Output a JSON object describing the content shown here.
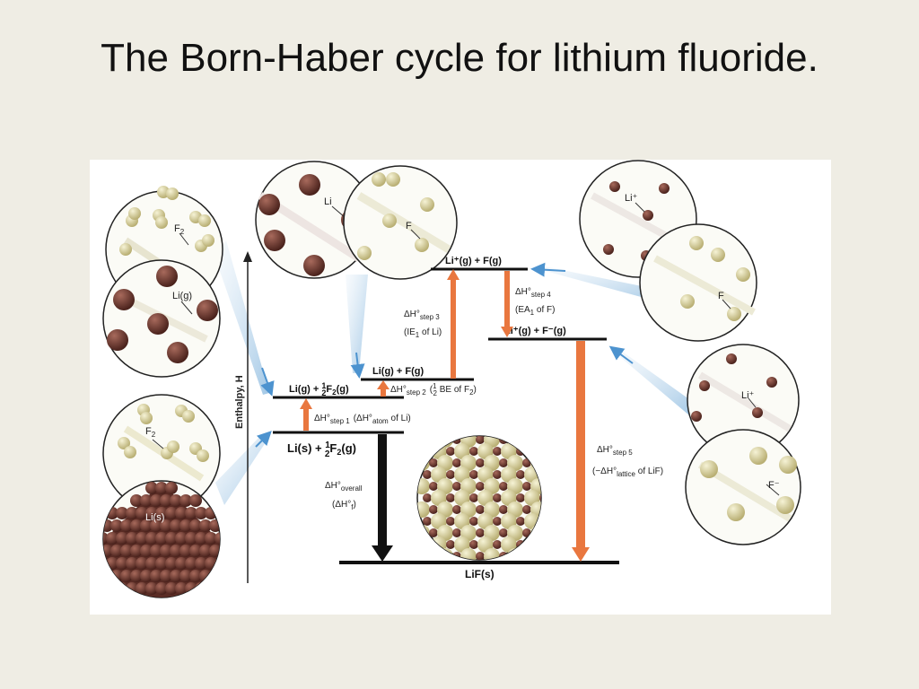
{
  "slide": {
    "title": "The Born-Haber cycle for lithium fluoride."
  },
  "diagram": {
    "axis_label": "Enthalpy, H",
    "levels": {
      "li_s_f2_g": {
        "main": "Li(s) + ",
        "f2": "F",
        "f2_sub": "2",
        "tail": "(g)"
      },
      "li_g_f2_g": {
        "main": "Li(g) + ",
        "f2": "F",
        "f2_sub": "2",
        "tail": "(g)"
      },
      "li_g_f_g": "Li(g) + F(g)",
      "liplus_f_g": "Li⁺(g) + F(g)",
      "liplus_fminus_g": "Li⁺(g) + F⁻(g)",
      "lif_s": "LiF(s)"
    },
    "steps": {
      "step1": {
        "main": "ΔH°",
        "sub": "step 1",
        "desc_a": "(ΔH°",
        "desc_sub": "atom",
        "desc_b": " of Li)"
      },
      "step2": {
        "main": "ΔH°",
        "sub": "step 2",
        "desc_a": "(",
        "desc_b": " BE of F",
        "desc_sub": "2",
        "desc_c": ")"
      },
      "step3": {
        "main": "ΔH°",
        "sub": "step 3",
        "desc_a": "(IE",
        "desc_sub": "1",
        "desc_b": " of Li)"
      },
      "step4": {
        "main": "ΔH°",
        "sub": "step 4",
        "desc_a": "(EA",
        "desc_sub": "1",
        "desc_b": " of F)"
      },
      "step5": {
        "main": "ΔH°",
        "sub": "step 5",
        "desc_a": "(−ΔH°",
        "desc_sub": "lattice",
        "desc_b": " of LiF)"
      },
      "overall": {
        "main": "ΔH°",
        "sub": "overall",
        "desc_a": "(ΔH°",
        "desc_sub": "f",
        "desc_b": ")"
      }
    },
    "half": {
      "num": "1",
      "den": "2"
    },
    "bubble_labels": {
      "f2_top": {
        "main": "F",
        "sub": "2"
      },
      "li_g": "Li(g)",
      "f2_bottom": {
        "main": "F",
        "sub": "2"
      },
      "li_s": "Li(s)",
      "li_atom": "Li",
      "f_atom": "F",
      "li_plus_top": "Li⁺",
      "f_top_right": "F",
      "li_plus_right": "Li⁺",
      "f_minus": "F⁻"
    },
    "colors": {
      "li_atom": "#6b352c",
      "f_atom": "#dcd6a0",
      "step_arrow": "#e9773f",
      "overall_arrow": "#111111",
      "pointer": "#6aa6d6"
    }
  }
}
